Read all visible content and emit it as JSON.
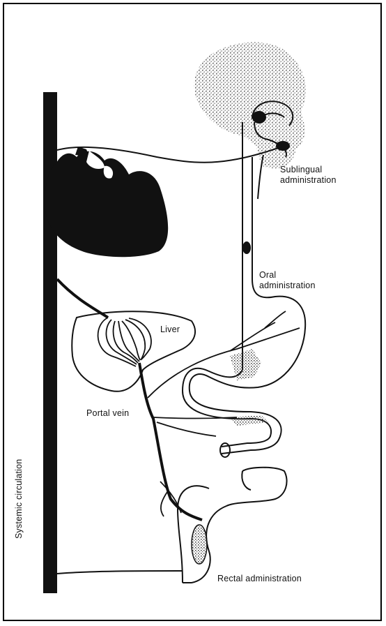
{
  "labels": {
    "sublingual_line1": "Sublingual",
    "sublingual_line2": "administration",
    "oral_line1": "Oral",
    "oral_line2": "administration",
    "liver": "Liver",
    "portal_vein": "Portal vein",
    "systemic_circulation": "Systemic circulation",
    "rectal": "Rectal administration"
  },
  "colors": {
    "ink": "#111111",
    "background": "#ffffff",
    "stipple": "#555555"
  },
  "icons": {
    "head": "head-silhouette-icon",
    "heart": "heart-icon",
    "liver": "liver-icon",
    "stomach": "stomach-icon",
    "rectum": "rectum-icon"
  }
}
